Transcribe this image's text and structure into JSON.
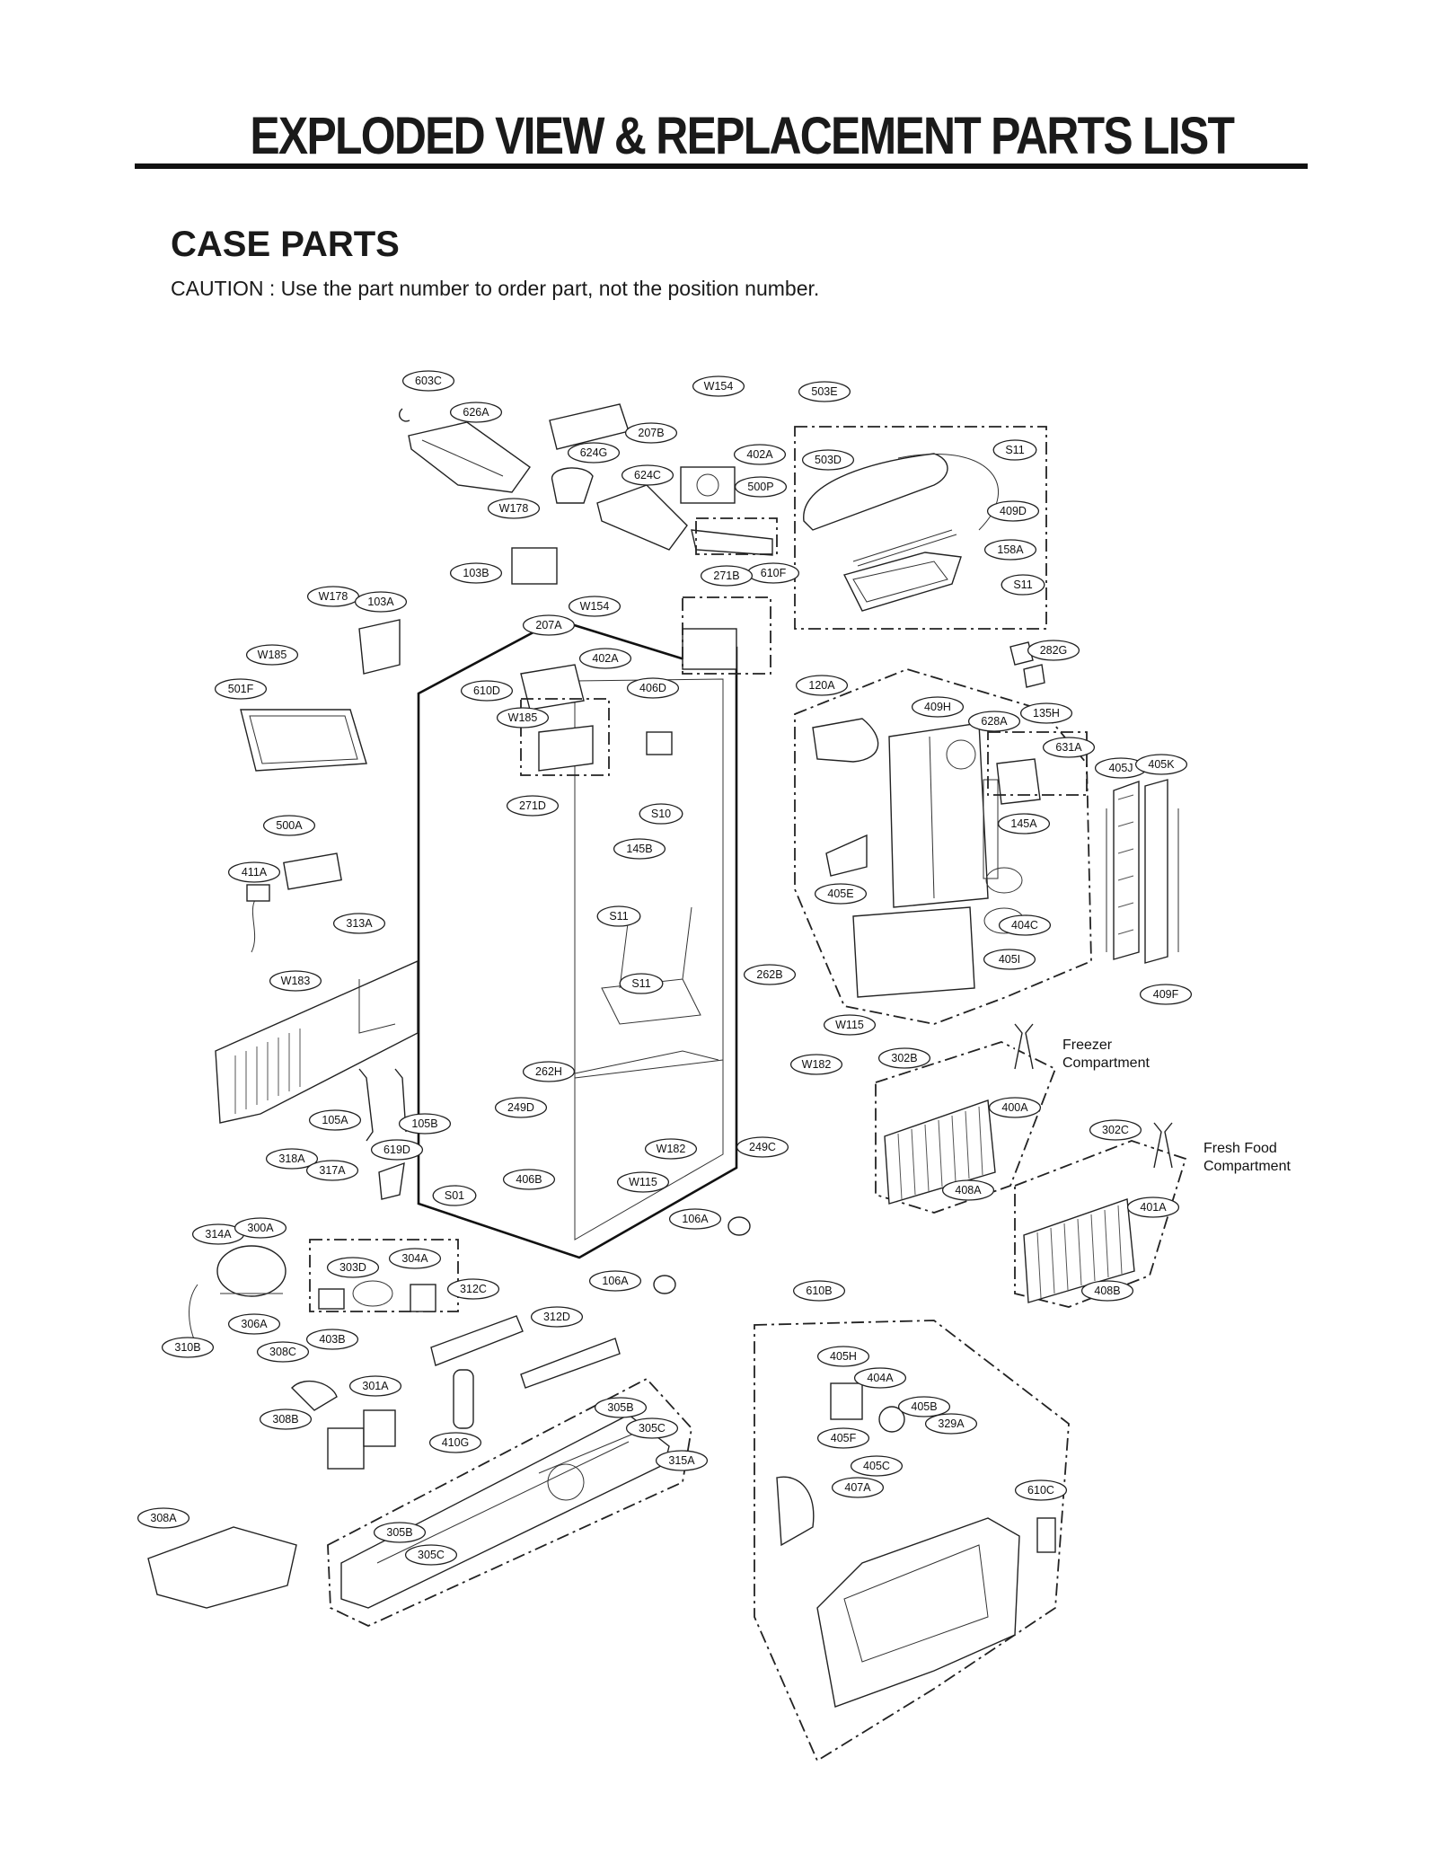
{
  "header": {
    "title": "EXPLODED VIEW & REPLACEMENT PARTS LIST",
    "section": "CASE PARTS",
    "caution": "CAUTION : Use the part number to order part, not the position number."
  },
  "compartments": {
    "freezer_line1": "Freezer",
    "freezer_line2": "Compartment",
    "fresh_line1": "Fresh Food",
    "fresh_line2": "Compartment"
  },
  "callouts": [
    "603C",
    "626A",
    "W154",
    "207B",
    "402A",
    "503E",
    "S11",
    "503D",
    "624G",
    "624C",
    "500P",
    "409D",
    "W178",
    "158A",
    "103B",
    "610F",
    "271B",
    "S11",
    "W178",
    "103A",
    "W154",
    "207A",
    "402A",
    "282G",
    "W185",
    "610D",
    "406D",
    "501F",
    "W185",
    "120A",
    "409H",
    "628A",
    "135H",
    "631A",
    "405J",
    "405K",
    "271D",
    "S10",
    "145A",
    "500A",
    "145B",
    "411A",
    "313A",
    "405E",
    "S11",
    "404C",
    "W183",
    "S11",
    "405I",
    "262B",
    "409F",
    "W115",
    "W182",
    "302B",
    "400A",
    "262H",
    "249D",
    "105A",
    "105B",
    "W182",
    "249C",
    "302C",
    "619D",
    "318A",
    "317A",
    "406B",
    "W115",
    "408A",
    "401A",
    "S01",
    "106A",
    "314A",
    "300A",
    "304A",
    "303D",
    "106A",
    "312C",
    "408B",
    "610B",
    "312D",
    "306A",
    "310B",
    "403B",
    "308C",
    "405H",
    "301A",
    "404A",
    "305B",
    "405B",
    "308B",
    "305C",
    "329A",
    "410G",
    "405F",
    "315A",
    "405C",
    "407A",
    "610C",
    "308A",
    "305B",
    "305C"
  ]
}
